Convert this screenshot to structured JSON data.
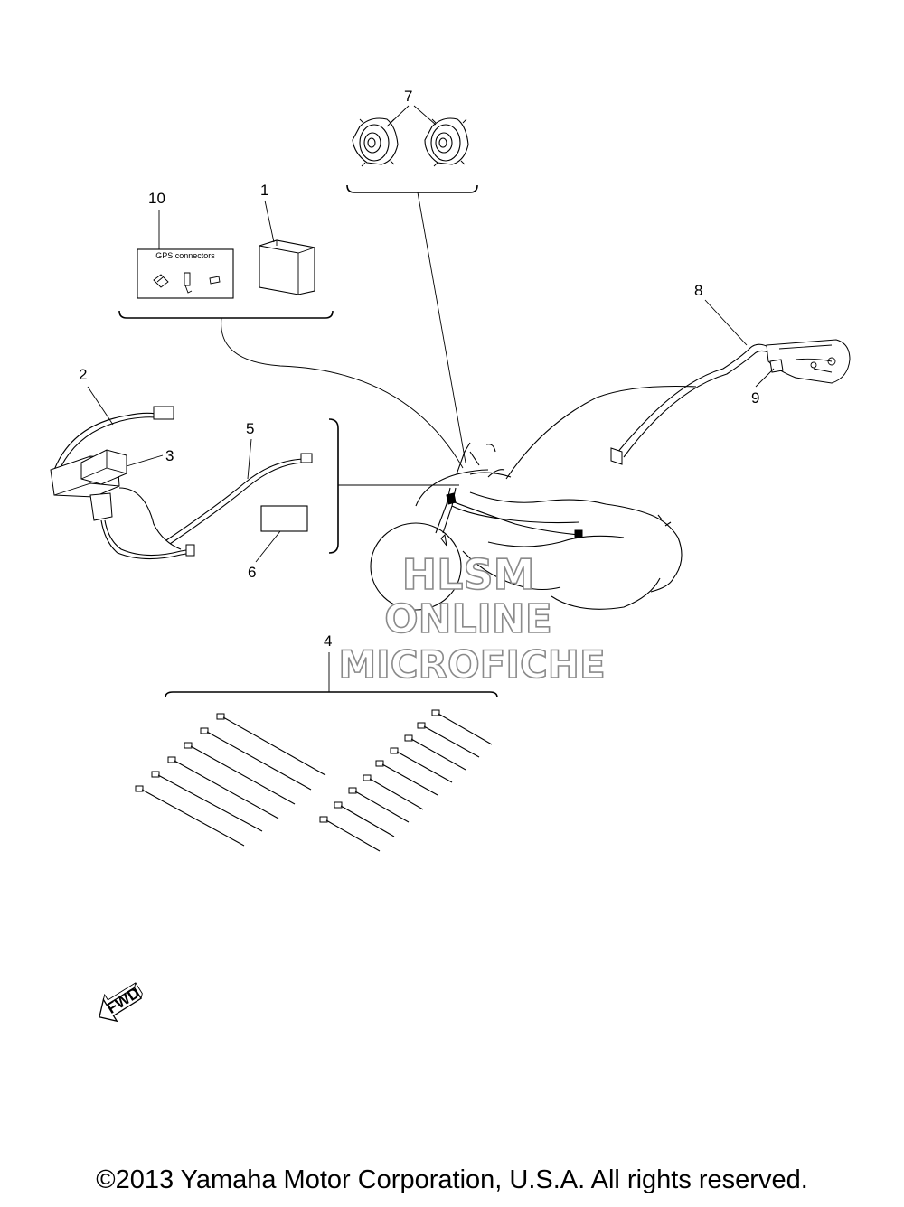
{
  "callouts": [
    {
      "id": "1",
      "label": "1"
    },
    {
      "id": "2",
      "label": "2"
    },
    {
      "id": "3",
      "label": "3"
    },
    {
      "id": "4",
      "label": "4"
    },
    {
      "id": "5",
      "label": "5"
    },
    {
      "id": "6",
      "label": "6"
    },
    {
      "id": "7",
      "label": "7"
    },
    {
      "id": "8",
      "label": "8"
    },
    {
      "id": "9",
      "label": "9"
    },
    {
      "id": "10",
      "label": "10"
    }
  ],
  "gps_card_label": "GPS connectors",
  "watermark": {
    "line1": "HLSM",
    "line2": "ONLINE",
    "line3": "MICROFICHE"
  },
  "fwd_label": "FWD",
  "copyright": "©2013 Yamaha Motor Corporation, U.S.A. All rights reserved."
}
